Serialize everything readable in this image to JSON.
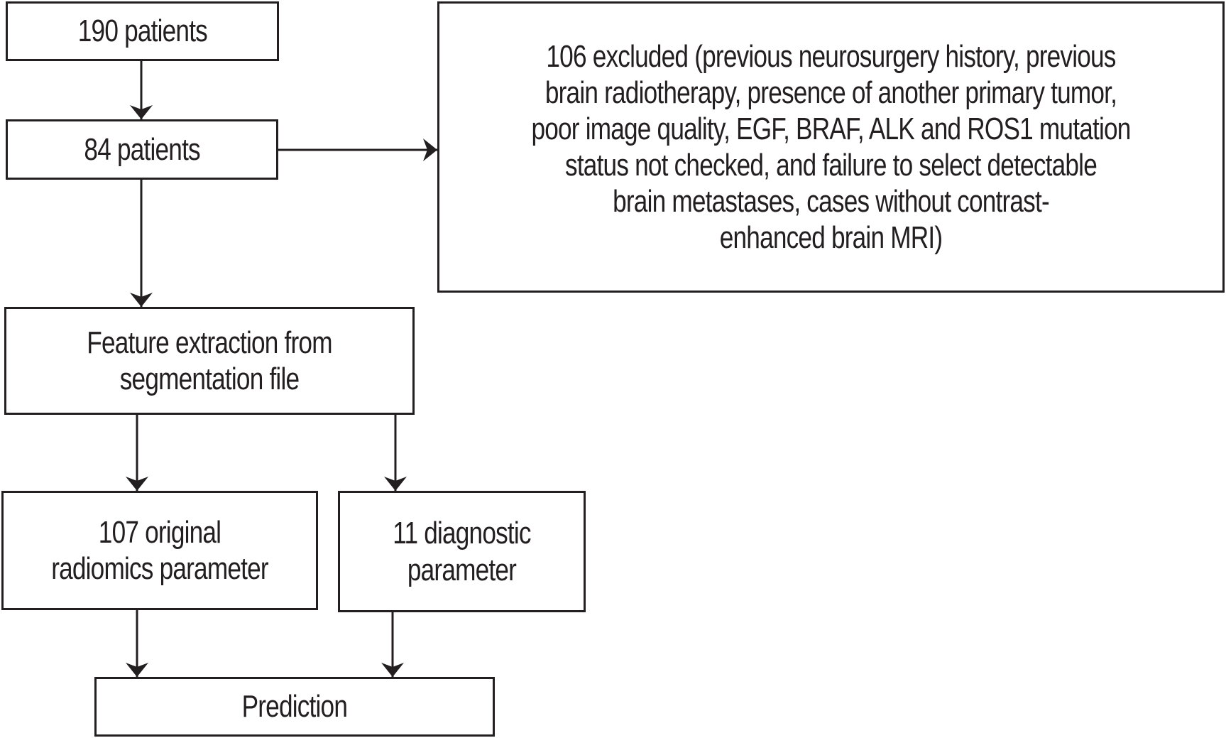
{
  "diagram": {
    "type": "flowchart",
    "line_color": "#231f20",
    "background_color": "#ffffff",
    "nodes": [
      {
        "id": "n190",
        "label": "190 patients"
      },
      {
        "id": "n84",
        "label": "84 patients"
      },
      {
        "id": "nexcluded",
        "label": "106 excluded (previous neurosurgery history, previous\nbrain radiotherapy, presence of another primary tumor,\npoor image quality, EGF, BRAF, ALK and ROS1 mutation\nstatus not checked, and failure to select detectable\nbrain metastases, cases without contrast-\nenhanced brain MRI)"
      },
      {
        "id": "nfeature",
        "label": "Feature extraction from\nsegmentation file"
      },
      {
        "id": "n107",
        "label": "107 original\nradiomics parameter"
      },
      {
        "id": "n11",
        "label": "11 diagnostic\nparameter"
      },
      {
        "id": "npred",
        "label": "Prediction"
      }
    ],
    "edges": [
      {
        "from": "n190",
        "to": "n84"
      },
      {
        "from": "n84",
        "to": "nexcluded"
      },
      {
        "from": "n84",
        "to": "nfeature"
      },
      {
        "from": "nfeature",
        "to": "n107"
      },
      {
        "from": "nfeature",
        "to": "n11"
      },
      {
        "from": "n107",
        "to": "npred"
      },
      {
        "from": "n11",
        "to": "npred"
      }
    ]
  }
}
